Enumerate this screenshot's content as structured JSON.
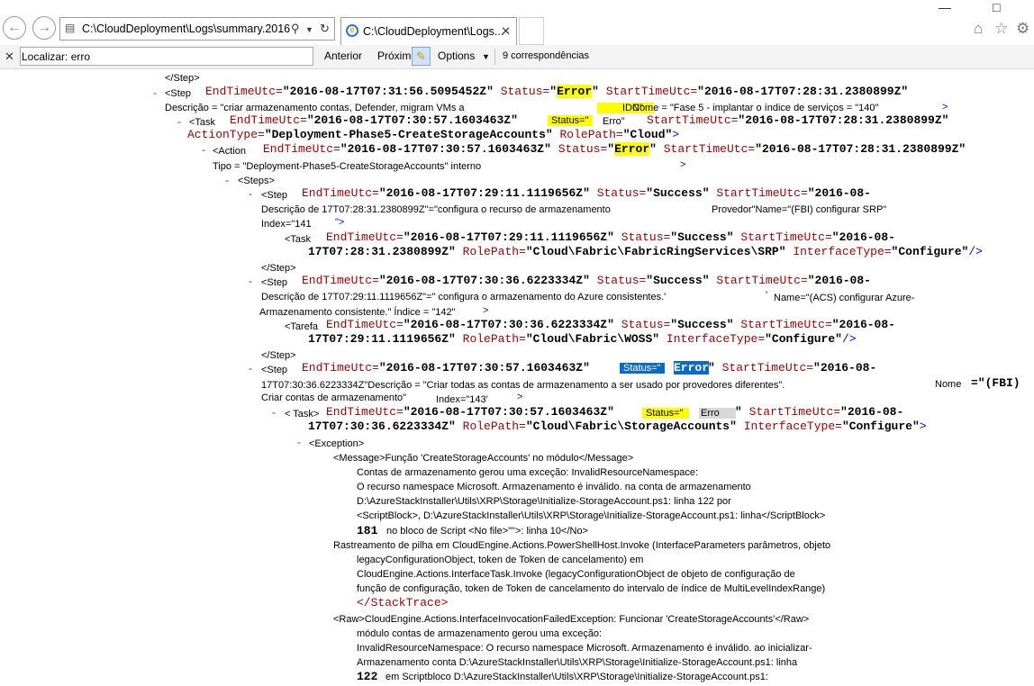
{
  "browser": {
    "address": "C:\\CloudDeployment\\Logs\\summary.2016",
    "tab_title": "C:\\CloudDeployment\\Logs...",
    "search_icon": "search-icon",
    "refresh_icon": "refresh-icon"
  },
  "findbar": {
    "label": "Localizar: erro",
    "prev": "Anterior",
    "next": "Próximo",
    "options": "Options",
    "matches": "9 correspondências"
  },
  "log": {
    "l1": "</Step>",
    "l2_tag": "<Step",
    "l2_a1": "EndTimeUtc=",
    "l2_v1": "\"2016-08-17T07:31:56.5095452Z\"",
    "l2_a2": "Status=",
    "l2_q1": "\"",
    "l2_v2": "Error",
    "l2_q2": "\"",
    "l2_a3": "StartTimeUtc=",
    "l2_v3": "\"2016-08-17T07:28:31.2380899Z\"",
    "l3_a": "Descrição = \"criar armazenamento contas, Defender, migram VMs a",
    "l3_b": "IDC\"",
    "l3_c": "Nome = \"Fase 5 - implantar o índice de serviços = \"140\"",
    "l3_d": ">",
    "l4_tag": "<Task",
    "l4_a1": "EndTimeUtc=",
    "l4_v1": "\"2016-08-17T07:30:57.1603463Z\"",
    "l4_a2": "Status=\"",
    "l4_v2": "Erro\"",
    "l4_a3": "StartTimeUtc=",
    "l4_v3": "\"2016-08-17T07:28:31.2380899Z\"",
    "l5_a1": "ActionType=",
    "l5_v1": "\"Deployment-Phase5-CreateStorageAccounts\"",
    "l5_a2": "RolePath=",
    "l5_v2": "\"Cloud\"",
    "l5_e": ">",
    "l6_tag": "<Action",
    "l6_a1": "EndTimeUtc=",
    "l6_v1": "\"2016-08-17T07:30:57.1603463Z\"",
    "l6_a2": "Status=",
    "l6_q1": "\"",
    "l6_v2": "Error",
    "l6_q2": "\"",
    "l6_a3": "StartTimeUtc=",
    "l6_v3": "\"2016-08-17T07:28:31.2380899Z\"",
    "l7_a": "Tipo = \"Deployment-Phase5-CreateStorageAccounts\" interno",
    "l7_e": ">",
    "l8": "<Steps>",
    "l9_tag": "<Step",
    "l9_a1": "EndTimeUtc=",
    "l9_v1": "\"2016-08-17T07:29:11.1119656Z\"",
    "l9_a2": "Status=",
    "l9_v2": "\"Success\"",
    "l9_a3": "StartTimeUtc=",
    "l9_v3": "\"2016-08-",
    "l10_a": "Descrição de 17T07:28:31.2380899Z\"=\"configura o recurso de armazenamento",
    "l10_b": "Provedor\"Name=\"(FBI) configurar SRP\"",
    "l11_a": "Index=\"141",
    "l11_e": "\">",
    "l12_tag": "<Task",
    "l12_a1": "EndTimeUtc=",
    "l12_v1": "\"2016-08-17T07:29:11.1119656Z\"",
    "l12_a2": "Status=",
    "l12_v2": "\"Success\"",
    "l12_a3": "StartTimeUtc=",
    "l12_v3": "\"2016-08-",
    "l13_v1": "17T07:28:31.2380899Z\"",
    "l13_a1": "RolePath=",
    "l13_v2": "\"Cloud\\Fabric\\FabricRingServices\\SRP\"",
    "l13_a2": "InterfaceType=",
    "l13_v3": "\"Configure\"",
    "l13_e": "/>",
    "l14": "</Step>",
    "l15_tag": "<Step",
    "l15_a1": "EndTimeUtc=",
    "l15_v1": "\"2016-08-17T07:30:36.6223334Z\"",
    "l15_a2": "Status=",
    "l15_v2": "\"Success\"",
    "l15_a3": "StartTimeUtc=",
    "l15_v3": "\"2016-08-",
    "l16_a": "Descrição de 17T07:29:11.1119656Z\"=\" configura o armazenamento do Azure consistentes.'",
    "l16_b": "'",
    "l16_c": "Name=\"(ACS) configurar Azure-",
    "l17_a": "Armazenamento consistente.\" Índice = \"142\"",
    "l17_e": ">",
    "l18_tag": "<Tarefa",
    "l18_a1": "EndTimeUtc=",
    "l18_v1": "\"2016-08-17T07:30:36.6223334Z\"",
    "l18_a2": "Status=",
    "l18_v2": "\"Success\"",
    "l18_a3": "StartTimeUtc=",
    "l18_v3": "\"2016-08-",
    "l19_v1": "17T07:29:11.1119656Z\"",
    "l19_a1": "RolePath=",
    "l19_v2": "\"Cloud\\Fabric\\WOSS\"",
    "l19_a2": "InterfaceType=",
    "l19_v3": "\"Configure\"",
    "l19_e": "/>",
    "l20": "</Step>",
    "l21_tag": "<Step",
    "l21_a1": "EndTimeUtc=",
    "l21_v1": "\"2016-08-17T07:30:57.1603463Z\"",
    "l21_a2": "Status=\"",
    "l21_v2": "Error",
    "l21_q": "\"",
    "l21_a3": "StartTimeUtc=",
    "l21_v3": "\"2016-08-",
    "l22_a": "17T07:30:36.6223334Z\"Descrição = \"Criar todas as contas de armazenamento a ser usado por provedores diferentes\".",
    "l22_b": "Nome",
    "l22_c": "=\"(FBI)",
    "l23_a": "Criar contas de armazenamento\"",
    "l23_b": "Index=\"143'",
    "l23_e": ">",
    "l24_tag": "< Task> ",
    "l24_a1": "EndTimeUtc=",
    "l24_v1": "\"2016-08-17T07:30:57.1603463Z\"",
    "l24_a2": "Status=\"",
    "l24_v2": "Erro",
    "l24_q": "\"",
    "l24_a3": "StartTimeUtc=",
    "l24_v3": "\"2016-08-",
    "l25_v1": "17T07:30:36.6223334Z\"",
    "l25_a1": "RolePath=",
    "l25_v2": "\"Cloud\\Fabric\\StorageAccounts\"",
    "l25_a2": "InterfaceType=",
    "l25_v3": "\"Configure\"",
    "l25_e": ">",
    "l26": "<Exception>",
    "l27": "<Message>Função 'CreateStorageAccounts' no módulo</Message>",
    "l28": "Contas de armazenamento gerou uma exceção: InvalidResourceNamespace:",
    "l29": "O recurso namespace Microsoft. Armazenamento é inválido. na conta de armazenamento",
    "l30": "D:\\AzureStackInstaller\\Utils\\XRP\\Storage\\Initialize-StorageAccount.ps1: linha 122 por",
    "l31": "<ScriptBlock>, D:\\AzureStackInstaller\\Utils\\XRP\\Storage\\Initialize-StorageAccount.ps1: linha</ScriptBlock>",
    "l32_n": "181",
    "l32_t": "no bloco de Script <No file>\"\">: linha 10</No>",
    "l33": "Rastreamento de pilha em CloudEngine.Actions.PowerShellHost.Invoke (InterfaceParameters parâmetros, objeto",
    "l34": "legacyConfigurationObject, token de Token de cancelamento) em",
    "l35": "CloudEngine.Actions.InterfaceTask.Invoke (legacyConfigurationObject de objeto de configuração de",
    "l36": "função de configuração, token de Token de cancelamento do intervalo de índice de MultiLevelIndexRange)",
    "l37": "</StackTrace>",
    "l38": "<Raw>CloudEngine.Actions.InterfaceInvocationFailedException: Funcionar 'CreateStorageAccounts'</Raw>",
    "l39": "módulo contas de armazenamento gerou uma exceção:",
    "l40": "InvalidResourceNamespace: O recurso namespace Microsoft. Armazenamento é inválido. ao inicializar-",
    "l41": "Armazenamento conta D:\\AzureStackInstaller\\Utils\\XRP\\Storage\\Initialize-StorageAccount.ps1: linha",
    "l42_n": "122",
    "l42_t": "em Scriptbloco D:\\AzureStackInstaller\\Utils\\XRP\\Storage\\Initialize-StorageAccount.ps1:",
    "minus": "-"
  }
}
